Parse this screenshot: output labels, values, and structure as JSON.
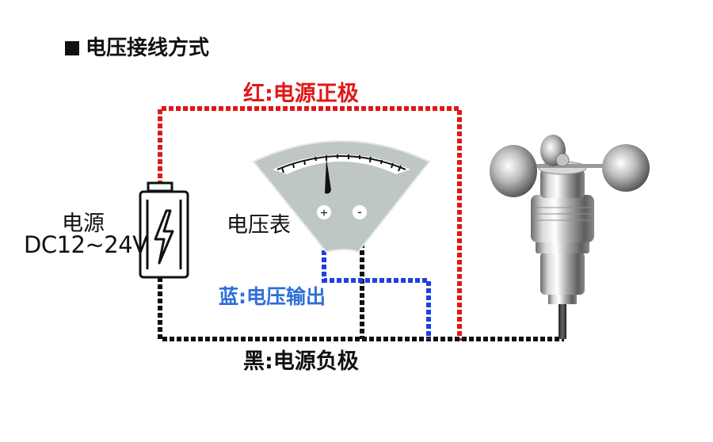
{
  "title": "电压接线方式",
  "labels": {
    "red_wire": "红:电源正极",
    "blue_wire": "蓝:电压输出",
    "black_wire": "黑:电源负极",
    "power_supply_name": "电源",
    "power_supply_spec": "DC12~24V",
    "voltmeter_name": "电压表",
    "terminal_plus": "+",
    "terminal_minus": "-"
  },
  "colors": {
    "red_wire": "#e01818",
    "blue_wire": "#1f3fe0",
    "black_wire": "#111111"
  }
}
